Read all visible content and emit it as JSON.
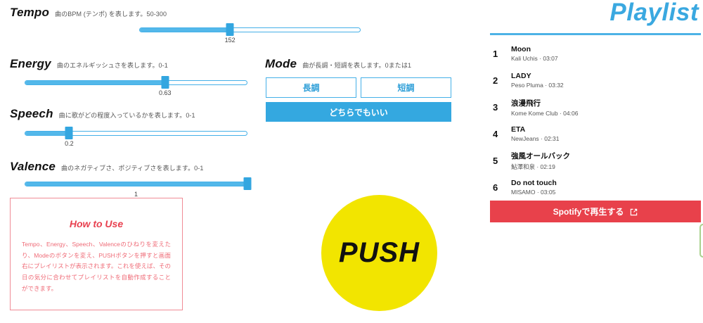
{
  "controls": {
    "sliders": [
      {
        "name": "Tempo",
        "desc": "曲のBPM (テンポ) を表します。50-300",
        "value": "152",
        "percent": 41
      },
      {
        "name": "Energy",
        "desc": "曲のエネルギッシュさを表します。0-1",
        "value": "0.63",
        "percent": 63
      },
      {
        "name": "Speech",
        "desc": "曲に歌がどの程度入っているかを表します。0-1",
        "value": "0.2",
        "percent": 20
      },
      {
        "name": "Valence",
        "desc": "曲のネガティブさ、ポジティブさを表します。0-1",
        "value": "1",
        "percent": 100
      }
    ],
    "mode": {
      "title": "Mode",
      "desc": "曲が長調・短調を表します。0または1",
      "major_label": "長調",
      "minor_label": "短調",
      "either_label": "どちらでもいい"
    },
    "push_label": "PUSH"
  },
  "howto": {
    "title": "How to Use",
    "body": "Tempo、Energy、Speech、Valenceのひねりを変えたり、Modeのボタンを変え、PUSHボタンを押すと画面右にプレイリストが表示されます。これを使えば、その日の気分に合わせてプレイリストを自動作成することができます。"
  },
  "playlist": {
    "title": "Playlist",
    "tracks": [
      {
        "num": "1",
        "name": "Moon",
        "meta": "Kali Uchis · 03:07"
      },
      {
        "num": "2",
        "name": "LADY",
        "meta": "Peso Pluma · 03:32"
      },
      {
        "num": "3",
        "name": "浪漫飛行",
        "meta": "Kome Kome Club · 04:06"
      },
      {
        "num": "4",
        "name": "ETA",
        "meta": "NewJeans · 02:31"
      },
      {
        "num": "5",
        "name": "強風オールバック",
        "meta": "鮎澤和泉 · 02:19"
      },
      {
        "num": "6",
        "name": "Do not touch",
        "meta": "MISAMO · 03:05"
      }
    ],
    "spotify_label": "Spotifyで再生する"
  },
  "colors": {
    "accent_blue": "#34a8e0",
    "spotify_red": "#e8414b",
    "push_yellow": "#f2e500",
    "howto_pink": "#ef6b77",
    "green": "#a9d18e"
  }
}
